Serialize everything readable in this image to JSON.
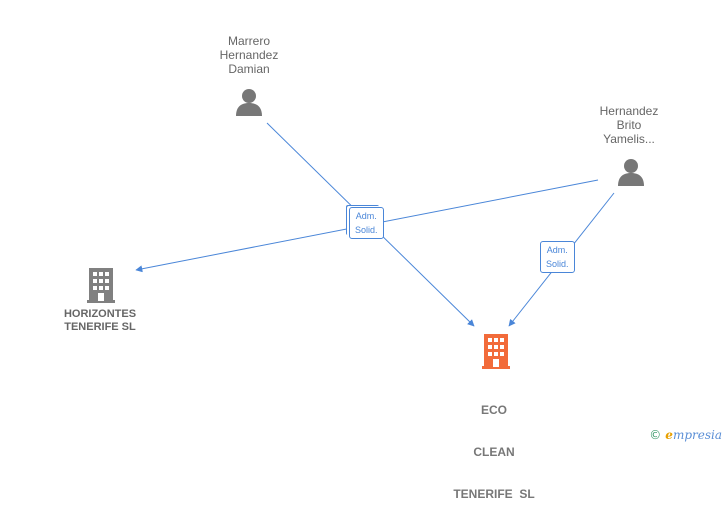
{
  "nodes": {
    "person1": {
      "lines": [
        "Marrero",
        "Hernandez",
        "Damian"
      ]
    },
    "person2": {
      "lines": [
        "Hernandez",
        "Brito",
        "Yamelis..."
      ]
    },
    "company1": {
      "lines": [
        "HORIZONTES",
        "TENERIFE SL"
      ]
    },
    "company2": {
      "lines": [
        "ECO",
        "CLEAN",
        "TENERIFE  SL"
      ]
    }
  },
  "edges": {
    "badge1": {
      "line1": "Adm.",
      "line2": "Solid."
    },
    "badge2": {
      "line1": "Adm.",
      "line2": "Solid."
    }
  },
  "colors": {
    "edge": "#4a86d8",
    "person_icon": "#777777",
    "company_icon": "#808080",
    "focus_company_icon": "#f26b3a"
  },
  "watermark": {
    "copyright": "©",
    "brand_e": "e",
    "brand_rest": "mpresia"
  }
}
